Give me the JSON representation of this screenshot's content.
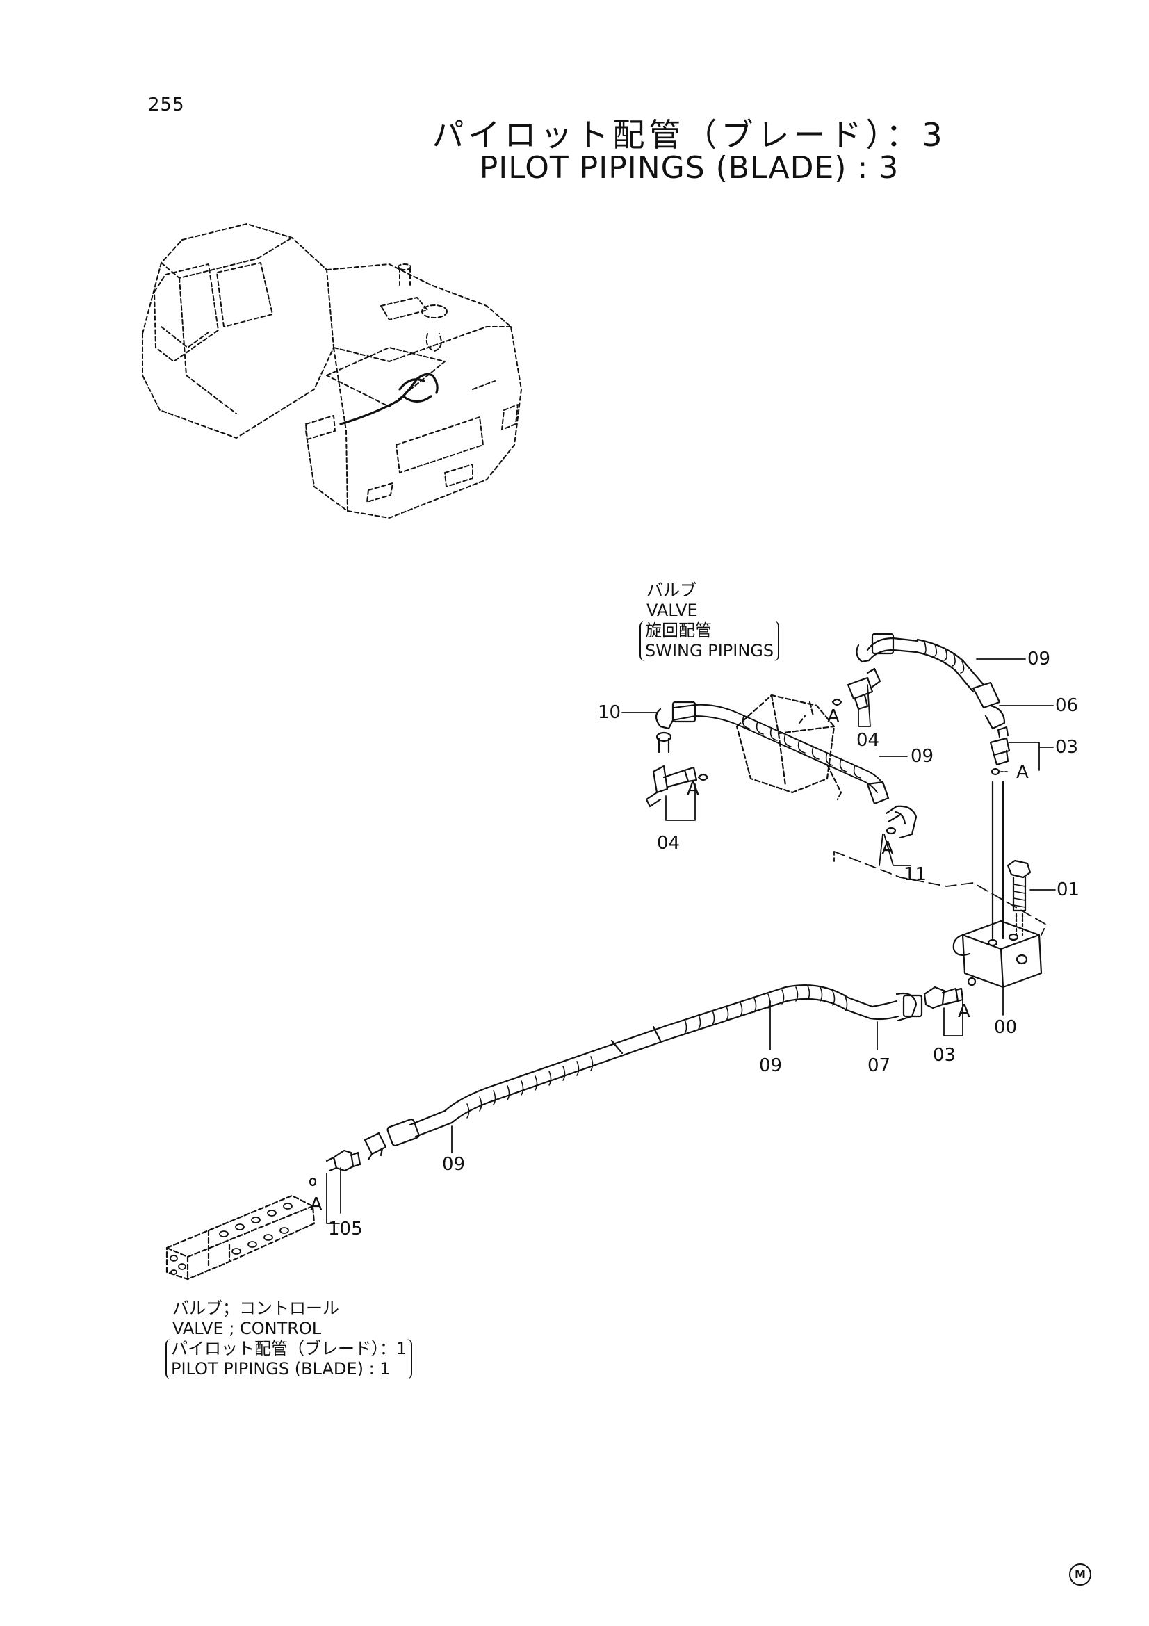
{
  "page_number": "255",
  "title": {
    "ja": "パイロット配管（ブレード）：3",
    "en": "PILOT PIPINGS (BLADE) : 3"
  },
  "notes": {
    "valve_top": {
      "ja": "バルブ",
      "en": "VALVE",
      "ref_ja": "旋回配管",
      "ref_en": "SWING PIPINGS"
    },
    "valve_bottom": {
      "ja": "バルブ；コントロール",
      "en": "VALVE ; CONTROL",
      "ref_ja": "パイロット配管（ブレード）：1",
      "ref_en": "PILOT PIPINGS (BLADE) : 1"
    }
  },
  "callouts": {
    "c00": "00",
    "c01": "01",
    "c03a": "03",
    "c03b": "03",
    "c04a": "04",
    "c04b": "04",
    "c06": "06",
    "c07": "07",
    "c09a": "09",
    "c09b": "09",
    "c09c": "09",
    "c09d": "09",
    "c10": "10",
    "c11": "11",
    "c105": "105",
    "detail_a": "A"
  },
  "footer_mark": "M"
}
